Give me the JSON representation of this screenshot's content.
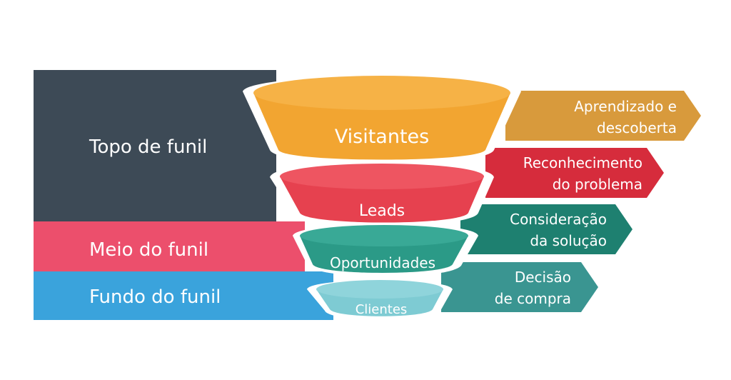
{
  "colors": {
    "topo_band": "#3d4a56",
    "meio_band": "#ec4f6c",
    "fundo_band": "#3aa3dc",
    "visitantes": "#f2a531",
    "leads": "#e6414f",
    "oportunidades": "#2b9a87",
    "clientes": "#7ecbd3",
    "aprendizado": "#d89a3c",
    "reconhecimento": "#d62c3c",
    "consideracao": "#1e8070",
    "decisao": "#3a9591"
  },
  "stages": {
    "topo": "Topo de funil",
    "meio": "Meio do funil",
    "fundo": "Fundo do funil"
  },
  "tiers": {
    "visitantes": "Visitantes",
    "leads": "Leads",
    "oportunidades": "Oportunidades",
    "clientes": "Clientes"
  },
  "steps": {
    "aprendizado": [
      "Aprendizado e",
      "descoberta"
    ],
    "reconhecimento": [
      "Reconhecimento",
      "do problema"
    ],
    "consideracao": [
      "Consideração",
      "da solução"
    ],
    "decisao": [
      "Decisão",
      "de compra"
    ]
  }
}
